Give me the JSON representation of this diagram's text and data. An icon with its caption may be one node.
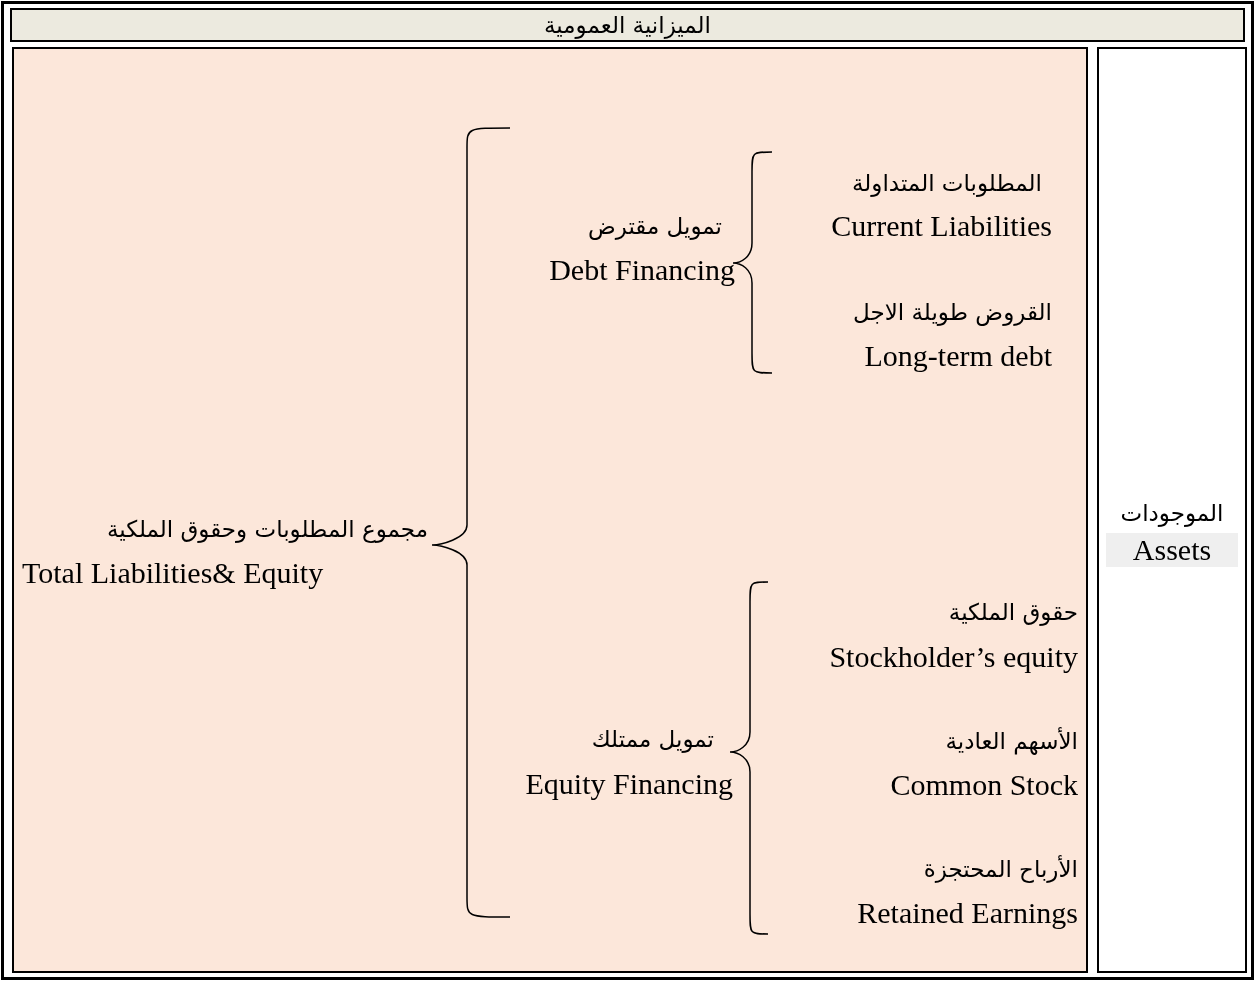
{
  "diagram": {
    "nodes": [
      {
        "text": [
          "الميزانية العمومية"
        ]
      },
      {
        "text": [],
        "shape": "box"
      },
      {
        "text": [
          "الموجودات",
          "Assets"
        ]
      }
    ],
    "labels": [
      "المطلوبات المتداولة",
      "Current Liabilities",
      "تمويل مقترض",
      "Debt Financing",
      "القروض طويلة الاجل",
      "Long-term debt",
      "مجموع المطلوبات وحقوق الملكية",
      "Total Liabilities& Equity",
      "حقوق الملكية",
      "Stockholder’s equity",
      "تمويل ممتلك",
      "Equity Financing",
      "الأسهم العادية",
      "Common Stock",
      "الأرباح المحتجزة",
      "Retained Earnings"
    ]
  }
}
